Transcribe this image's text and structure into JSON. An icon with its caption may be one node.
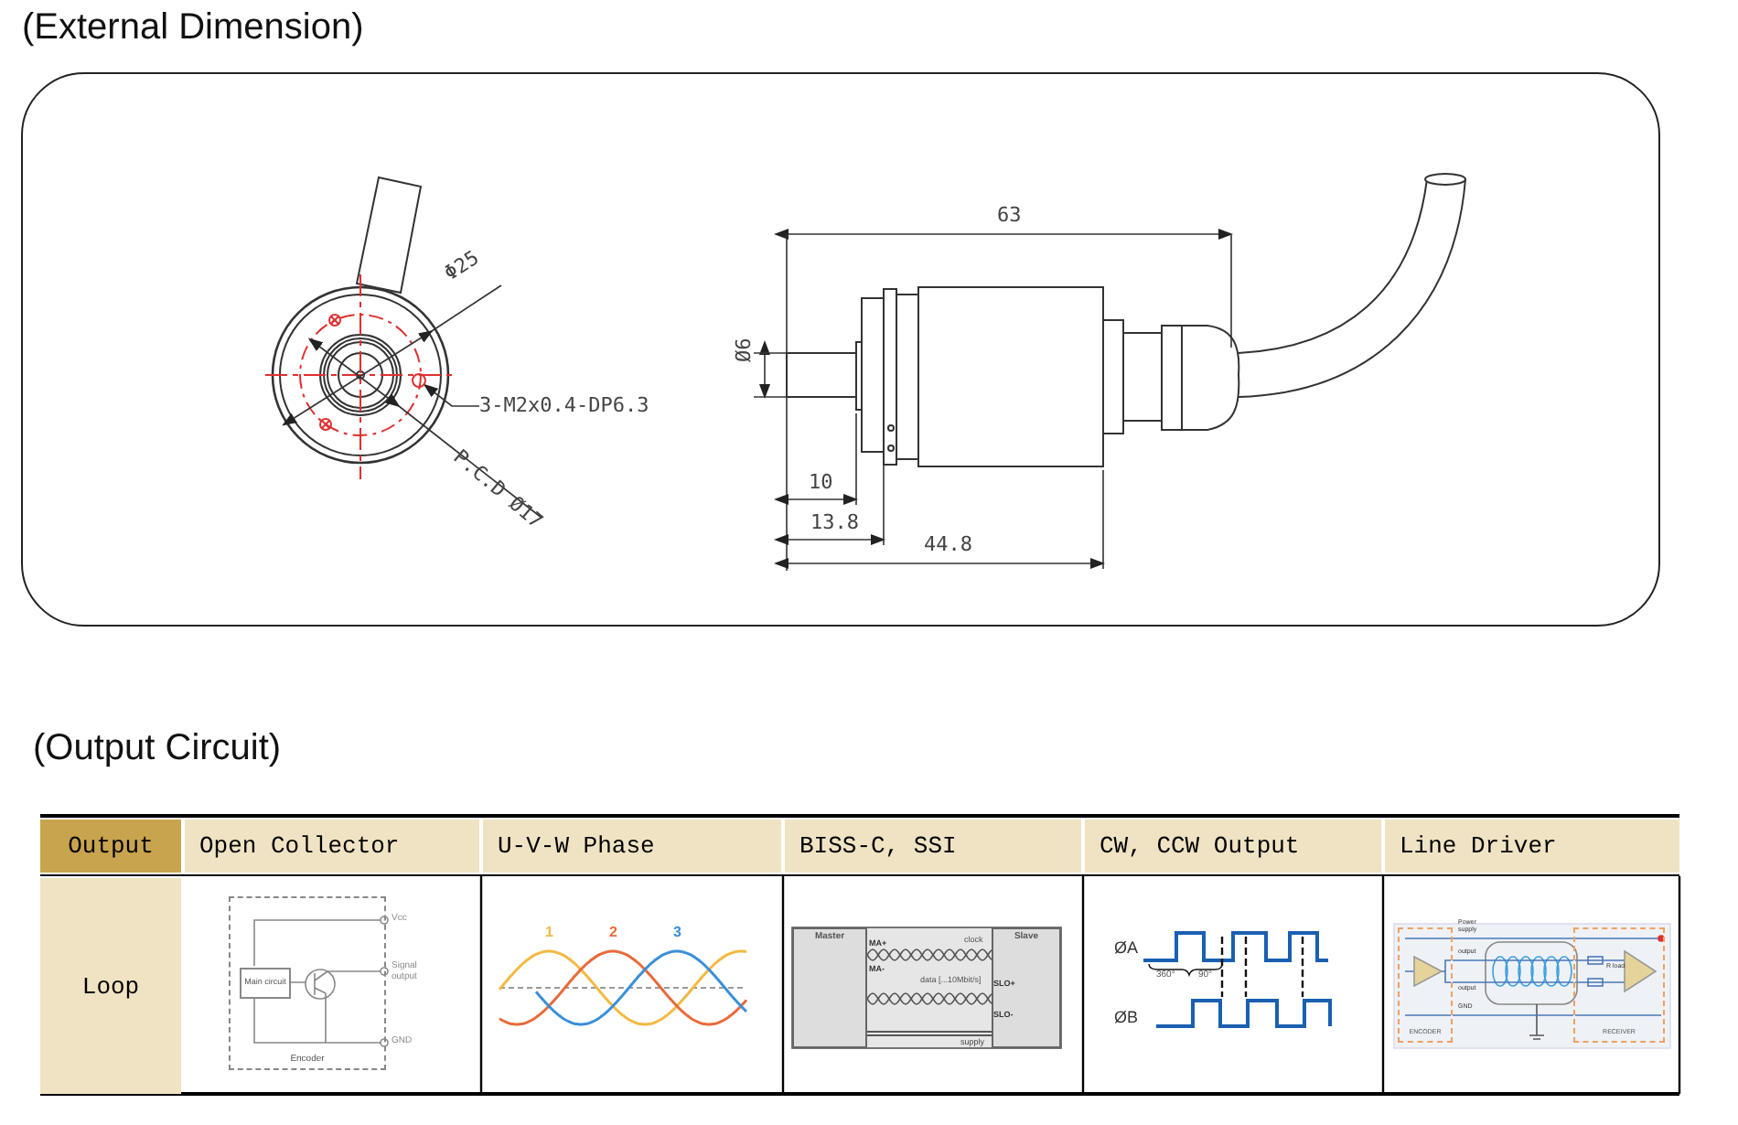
{
  "diagram": {
    "nodes": [
      {
        "text": [
          "3-M2x0.4-DP6.3"
        ]
      },
      {
        "text": [],
        "shape": "circle"
      },
      {
        "text": [
          "Encoder"
        ]
      },
      {
        "text": [
          "Main circuit"
        ],
        "in": 2
      },
      {
        "text": [
          "Master"
        ]
      },
      {
        "text": [
          "Slave"
        ]
      },
      {
        "text": [
          "ENCODER"
        ]
      },
      {
        "text": [
          "RECEIVER"
        ]
      }
    ],
    "edges": [
      {
        "from": 0,
        "to": 1,
        "arrow": "to",
        "color": "#333333"
      },
      {
        "from": 6,
        "to": 7,
        "arrow": "none",
        "label": "Power supply"
      },
      {
        "from": 6,
        "to": 7,
        "arrow": "none",
        "label": "output"
      },
      {
        "from": 6,
        "to": 7,
        "arrow": "none",
        "label": "output"
      },
      {
        "from": 6,
        "to": 7,
        "arrow": "none",
        "label": "GND"
      }
    ],
    "labels": [
      "(External Dimension)",
      "Φ25",
      "63",
      "Ø6",
      "P.C.D Ø17",
      "10",
      "13.8",
      "44.8",
      "(Output Circuit)",
      "Output",
      "Open Collector",
      "U-V-W Phase",
      "BISS-C, SSI",
      "CW, CCW Output",
      "Line Driver",
      "Loop",
      "Vcc",
      "Signal output",
      "GND",
      "1",
      "2",
      "3",
      "MA+",
      "MA-",
      "clock",
      "data [...10Mbit/s]",
      "SLO+",
      "SLO-",
      "supply",
      "ØA",
      "360°",
      "90°",
      "ØB",
      "R load"
    ]
  }
}
